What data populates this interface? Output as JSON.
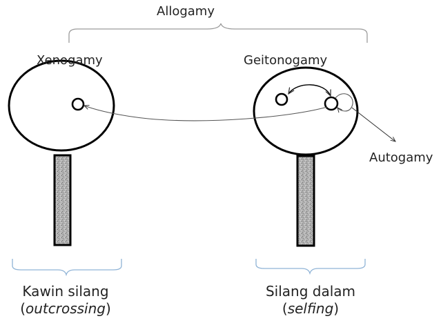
{
  "labels": {
    "allogamy": "Allogamy",
    "xenogamy": "Xenogamy",
    "geitonogamy": "Geitonogamy",
    "autogamy": "Autogamy"
  },
  "captions": {
    "left": {
      "line1": "Kawin silang",
      "open": "(",
      "term": "outcrossing",
      "close": ")"
    },
    "right": {
      "line1": "Silang dalam",
      "open": "(",
      "term": "selfing",
      "close": ")"
    }
  },
  "colors": {
    "stroke": "#000000",
    "bracket": "#8fb3d6",
    "bracket_top": "#9a9a9a",
    "arrow": "#555555",
    "stem_fill": "#a8a8a8"
  }
}
